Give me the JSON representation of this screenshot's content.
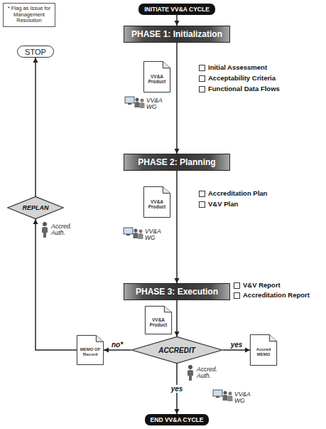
{
  "diagram": {
    "nodes": [
      {
        "text": [
          "INITIATE VV&A CYCLE"
        ]
      },
      {
        "text": [
          "PHASE 1: Initialization"
        ]
      },
      {
        "text": [
          "VV&A Product"
        ]
      },
      {
        "text": [
          "PHASE 2: Planning"
        ]
      },
      {
        "text": [
          "VV&A Product"
        ]
      },
      {
        "text": [
          "PHASE 3: Execution"
        ]
      },
      {
        "text": [
          "VV&A Product"
        ]
      },
      {
        "text": [
          "ACCREDIT"
        ]
      },
      {
        "text": [
          "MEMO OF Record"
        ]
      },
      {
        "text": [
          "Accred MEMO"
        ]
      },
      {
        "text": [
          "END VV&A CYCLE"
        ]
      },
      {
        "text": [
          "REPLAN"
        ]
      },
      {
        "text": [
          "STOP"
        ]
      },
      {
        "text": [
          "* Flag as Issue for Management Resolution"
        ]
      }
    ],
    "edges": [
      {
        "from": 0,
        "to": 1,
        "arrow": "to"
      },
      {
        "from": 1,
        "to": 3,
        "arrow": "to"
      },
      {
        "from": 3,
        "to": 5,
        "arrow": "to"
      },
      {
        "from": 5,
        "to": 7,
        "arrow": "to"
      },
      {
        "from": 7,
        "to": 8,
        "label": "no*",
        "arrow": "to"
      },
      {
        "from": 7,
        "to": 9,
        "label": "yes",
        "arrow": "to"
      },
      {
        "from": 7,
        "to": 10,
        "label": "yes",
        "arrow": "to"
      },
      {
        "from": 8,
        "to": 11,
        "arrow": "to"
      },
      {
        "from": 11,
        "to": 12,
        "arrow": "to"
      }
    ],
    "labels": [
      "Initial Assessment",
      "Acceptability Criteria",
      "Functional Data Flows",
      "VV&A WG",
      "Accreditation Plan",
      "V&V Plan",
      "VV&A WG",
      "V&V Report",
      "Accreditation Report",
      "Accred. Auth.",
      "VV&A WG",
      "Accred. Auth."
    ]
  }
}
